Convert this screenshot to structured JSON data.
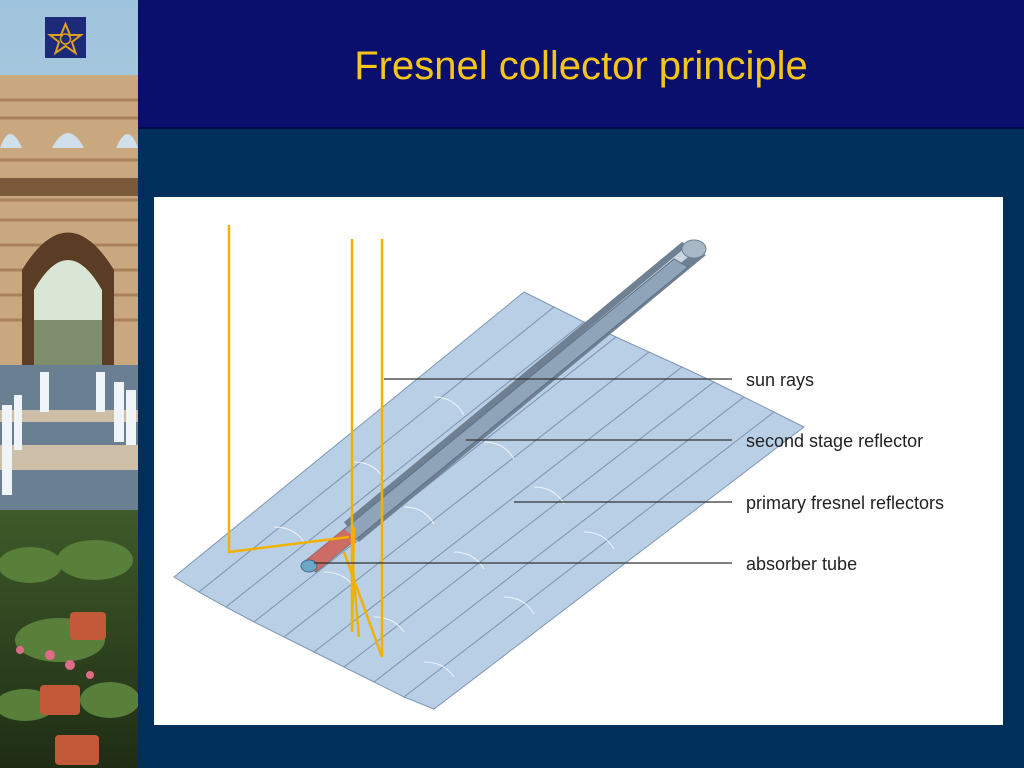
{
  "slide": {
    "title": "Fresnel collector principle"
  },
  "figure": {
    "labels": {
      "sun_rays": "sun rays",
      "second_stage_reflector": "second stage reflector",
      "primary_fresnel_reflectors": "primary fresnel reflectors",
      "absorber_tube": "absorber tube"
    }
  },
  "colors": {
    "title_text": "#f5c518",
    "title_bar": "#0a0f6e",
    "background": "#002f5c",
    "reflector": "#b9cfe6",
    "sun_ray": "#f2b100",
    "tube": "#8fa4b8",
    "tube_hot_end": "#e05a4a"
  },
  "logo": {
    "icon": "university-star-emblem-icon"
  }
}
